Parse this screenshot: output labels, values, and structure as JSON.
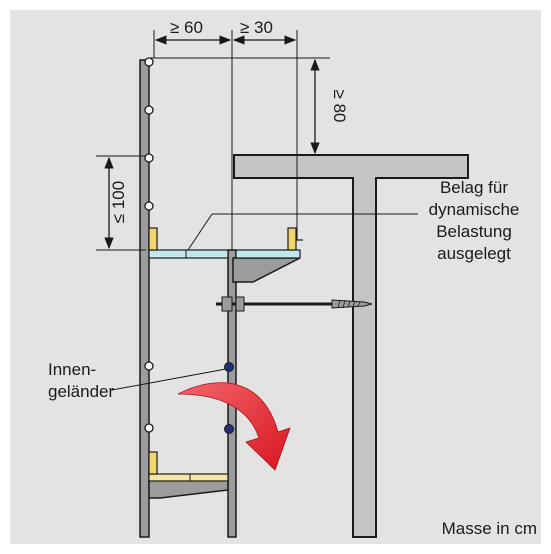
{
  "dimensions": {
    "width_1": "≥ 60",
    "width_2": "≥ 30",
    "height_top": "≥ 80",
    "height_guardrail": "≤ 100"
  },
  "labels": {
    "deck_line1": "Belag für",
    "deck_line2": "dynamische",
    "deck_line3": "Belastung",
    "deck_line4": "ausgelegt",
    "inner_rail_line1": "Innen-",
    "inner_rail_line2": "geländer",
    "units": "Masse in cm"
  },
  "colors": {
    "background": "#e3e3e3",
    "concrete": "#c4c4c4",
    "steel": "#9c9c9c",
    "deck_board": "#bfe8ef",
    "toe_board": "#f2d86b",
    "arrow_red": "#e0202a",
    "rail_dot": "#1e2f7d"
  }
}
